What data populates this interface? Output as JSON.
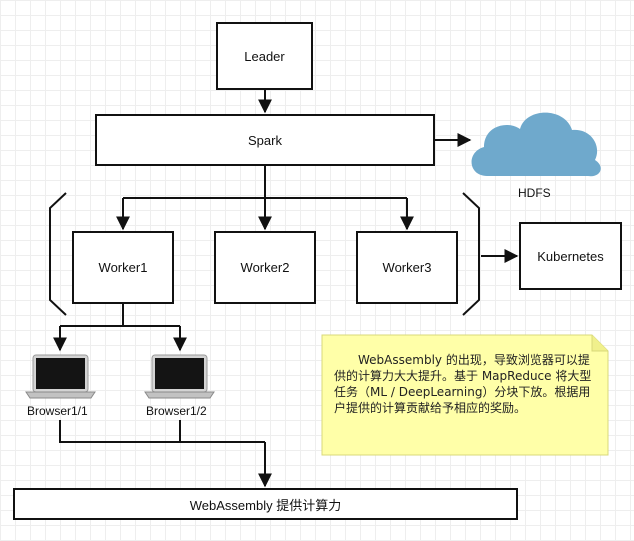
{
  "nodes": {
    "leader": "Leader",
    "spark": "Spark",
    "hdfs": "HDFS",
    "worker1": "Worker1",
    "worker2": "Worker2",
    "worker3": "Worker3",
    "kubernetes": "Kubernetes",
    "browser1": "Browser1/1",
    "browser2": "Browser1/2",
    "wasm": "WebAssembly 提供计算力"
  },
  "note": {
    "text": "WebAssembly 的出现，导致浏览器可以提供的计算力大大提升。基于 MapReduce 将大型任务（ML / DeepLearning）分块下放。根据用户提供的计算贡献给予相应的奖励。"
  },
  "colors": {
    "note_fill": "#ffffa8",
    "note_border": "#d8d87a",
    "cloud": "#6fa9cc",
    "stroke": "#111111"
  },
  "icons": {
    "cloud": "cloud-icon",
    "laptop": "laptop-icon"
  }
}
